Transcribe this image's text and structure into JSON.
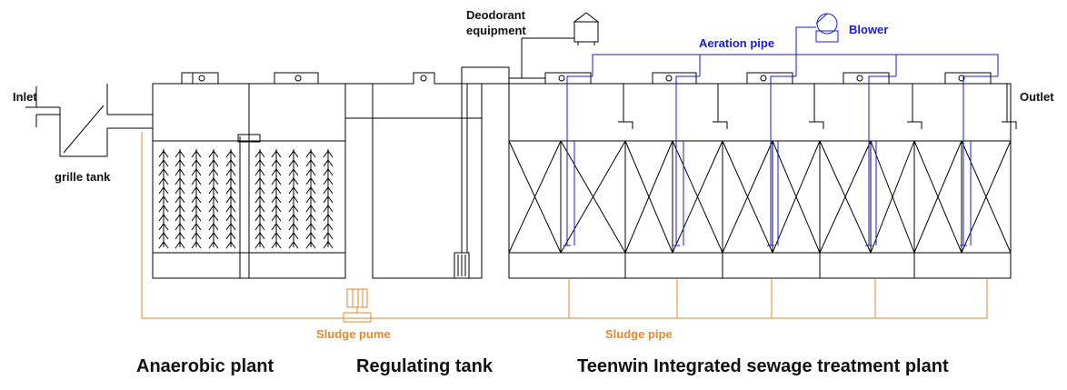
{
  "labels": {
    "inlet": "Inlet",
    "grille_tank": "grille tank",
    "deodorant_line1": "Deodorant",
    "deodorant_line2": "equipment",
    "blower": "Blower",
    "aeration_pipe": "Aeration pipe",
    "outlet": "Outlet",
    "sludge_pump": "Sludge pume",
    "sludge_pipe": "Sludge pipe",
    "anaerobic_plant": "Anaerobic plant",
    "regulating_tank": "Regulating tank",
    "teenwin_plant": "Teenwin Integrated sewage treatment plant"
  },
  "colors": {
    "line": "#000000",
    "aeration": "#1a1ad8",
    "sludge": "#e08a2a",
    "background": "#ffffff"
  },
  "icons": [
    "blower-icon",
    "deodorant-equipment-icon",
    "sludge-pump-icon"
  ]
}
